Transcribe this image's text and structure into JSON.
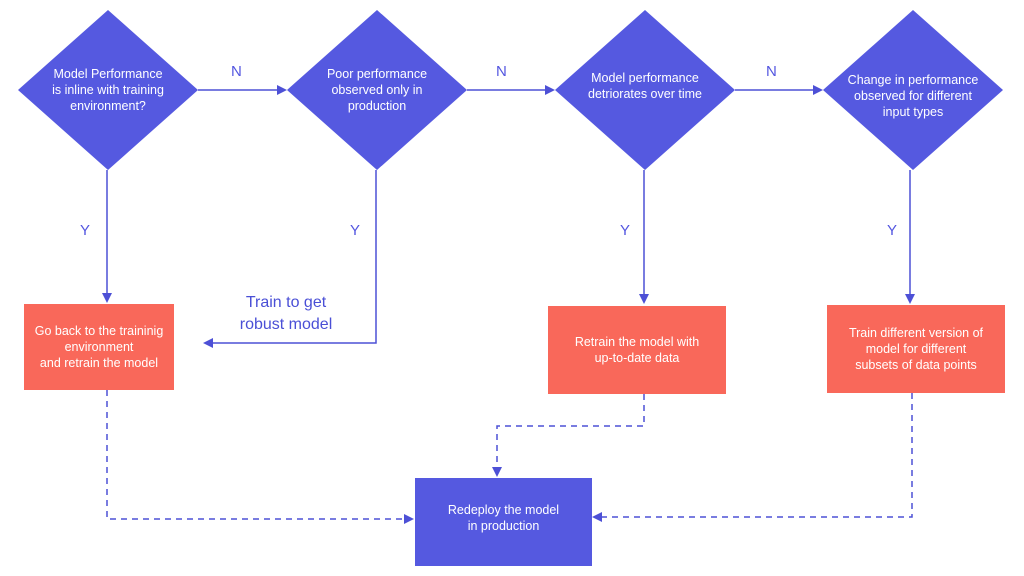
{
  "colors": {
    "diamond": "#5559e0",
    "orange_box": "#f9685a",
    "final_box": "#5559e0",
    "connector": "#4d50d6",
    "text_on_shape": "#ffffff"
  },
  "decisions": [
    {
      "lines": [
        "Model Performance",
        "is inline with training",
        "environment?"
      ]
    },
    {
      "lines": [
        "Poor performance",
        "observed only in",
        "production"
      ]
    },
    {
      "lines": [
        "Model performance",
        "detriorates over  time"
      ]
    },
    {
      "lines": [
        "Change in performance",
        "observed for different",
        "input types"
      ]
    }
  ],
  "actions": [
    {
      "lines": [
        "Go back to the traininig",
        "environment",
        "and retrain the model"
      ]
    },
    {
      "lines": [
        "Retrain the model with",
        "up-to-date data"
      ]
    },
    {
      "lines": [
        "Train different version of",
        "model for different",
        "subsets of data points"
      ]
    }
  ],
  "final": {
    "lines": [
      "Redeploy  the model",
      "in production"
    ]
  },
  "edge_labels": {
    "no": "N",
    "yes": "Y",
    "train_robust": [
      "Train to get",
      "robust model"
    ]
  }
}
